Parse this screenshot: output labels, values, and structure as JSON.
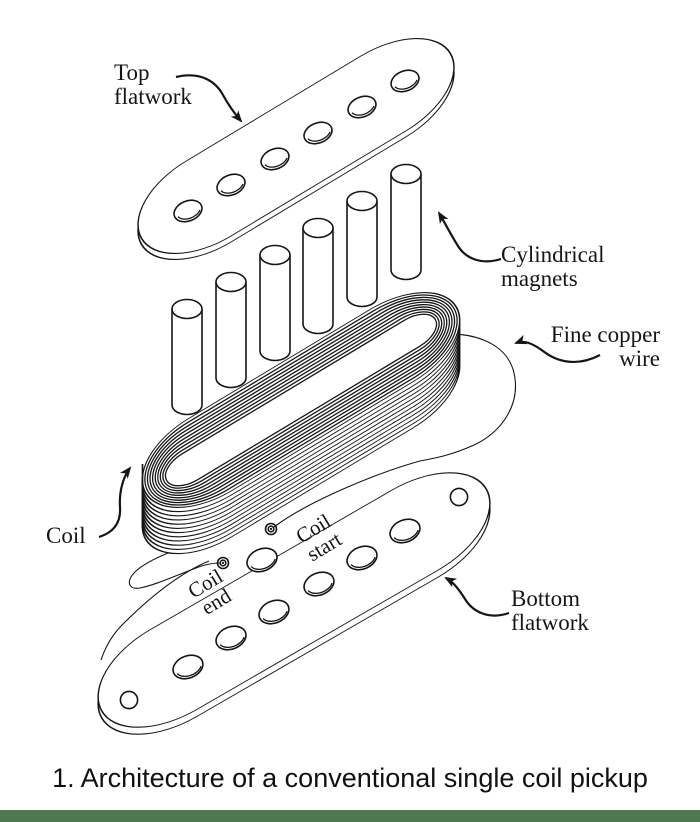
{
  "figure": {
    "labels": {
      "top_flatwork": "Top flatwork",
      "cylindrical_magnets": "Cylindrical magnets",
      "fine_copper_wire": "Fine copper wire",
      "coil": "Coil",
      "coil_start": "Coil start",
      "coil_end": "Coil end",
      "bottom_flatwork": "Bottom flatwork"
    },
    "caption": "1. Architecture of a conventional single coil pickup",
    "parts": {
      "magnets_visible": 6,
      "top_flatwork_holes": 6,
      "bottom_flatwork_oval_holes": 7,
      "bottom_flatwork_small_holes": 2,
      "eyelets": 2
    },
    "colors": {
      "line": "#151515",
      "background": "#ffffff",
      "bottom_bar": "#4e7950"
    }
  }
}
